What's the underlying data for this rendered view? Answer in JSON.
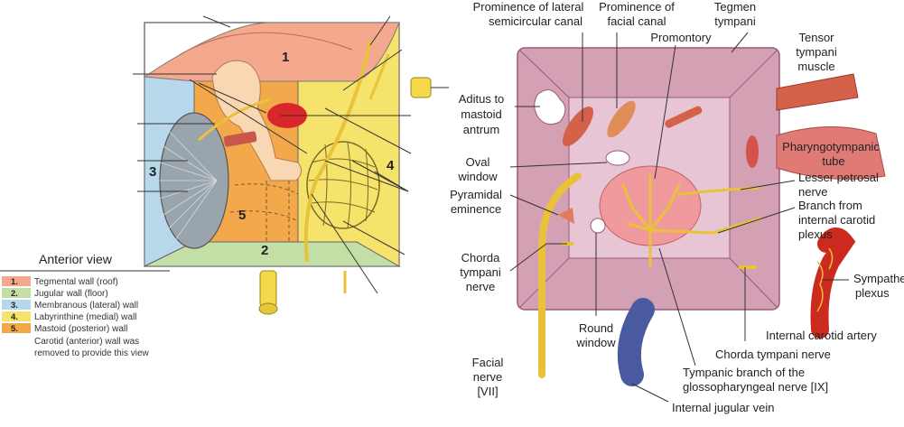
{
  "left_figure": {
    "caption": "Anterior view",
    "wall_numbers": [
      "1",
      "2",
      "3",
      "4",
      "5"
    ],
    "legend": [
      {
        "num": "1.",
        "text": "Tegmental wall (roof)",
        "color": "#f4a98e"
      },
      {
        "num": "2.",
        "text": "Jugular wall (floor)",
        "color": "#c4dfa6"
      },
      {
        "num": "3.",
        "text": "Membranous (lateral) wall",
        "color": "#b7d8ea"
      },
      {
        "num": "4.",
        "text": "Labyrinthine (medial) wall",
        "color": "#f6e36c"
      },
      {
        "num": "5.",
        "text": "Mastoid (posterior) wall",
        "color": "#f3a94b"
      }
    ],
    "note_line1": "Carotid (anterior) wall was",
    "note_line2": "removed to provide this view"
  },
  "right_figure": {
    "labels": {
      "prom_lateral_1": "Prominence of lateral",
      "prom_lateral_2": "semicircular canal",
      "prom_facial_1": "Prominence of",
      "prom_facial_2": "facial canal",
      "tegmen_1": "Tegmen",
      "tegmen_2": "tympani",
      "promontory": "Promontory",
      "tensor_1": "Tensor",
      "tensor_2": "tympani",
      "tensor_3": "muscle",
      "aditus_1": "Aditus to",
      "aditus_2": "mastoid",
      "aditus_3": "antrum",
      "pharyngo_1": "Pharyngotympanic",
      "pharyngo_2": "tube",
      "oval_1": "Oval",
      "oval_2": "window",
      "lesser_1": "Lesser petrosal",
      "lesser_2": "nerve",
      "pyramidal_1": "Pyramidal",
      "pyramidal_2": "eminence",
      "branch_ic_1": "Branch from",
      "branch_ic_2": "internal carotid",
      "branch_ic_3": "plexus",
      "chorda_1": "Chorda",
      "chorda_2": "tympani",
      "chorda_3": "nerve",
      "sympathetic_1": "Sympathetic",
      "sympathetic_2": "plexus",
      "round_1": "Round",
      "round_2": "window",
      "ica": "Internal carotid artery",
      "chorda_full": "Chorda tympani nerve",
      "facial_1": "Facial",
      "facial_2": "nerve",
      "facial_3": "[VII]",
      "tymp_branch_1": "Tympanic branch of the",
      "tymp_branch_2": "glossopharyngeal nerve [IX]",
      "ijv": "Internal jugular vein"
    }
  }
}
